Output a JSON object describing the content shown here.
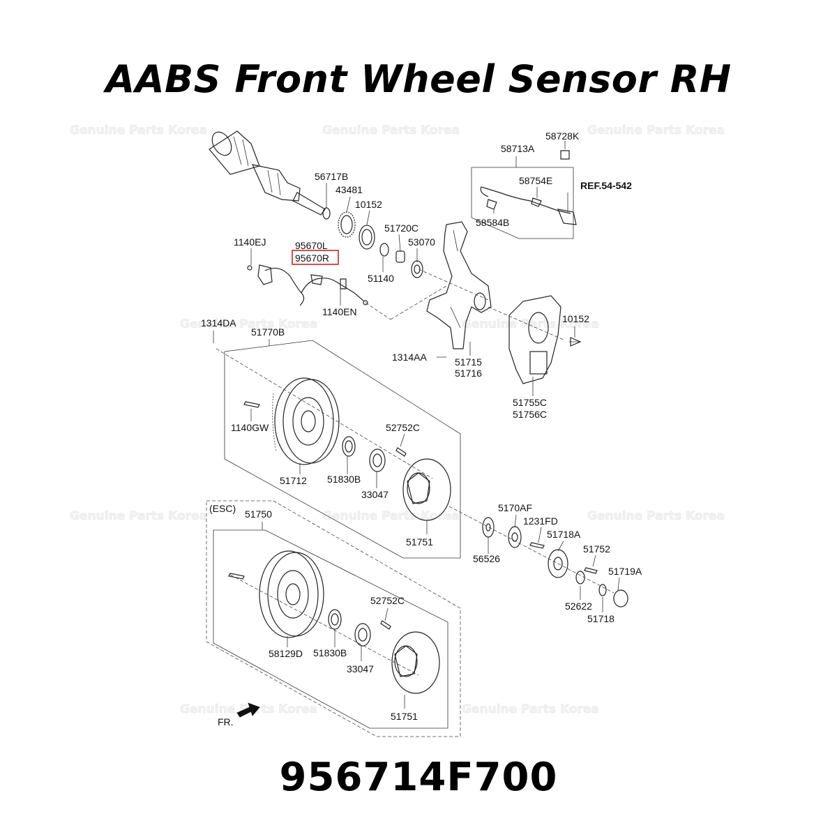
{
  "header": {
    "title": "AABS Front Wheel Sensor RH"
  },
  "footer": {
    "part_number": "956714F700"
  },
  "watermark": {
    "text": "Genuine Parts Korea"
  },
  "highlight_color": "#d62020",
  "callouts": {
    "c56717B": "56717B",
    "c43481": "43481",
    "c10152a": "10152",
    "c51720C": "51720C",
    "c53070": "53070",
    "c51140": "51140",
    "c1140EJ": "1140EJ",
    "c95670L": "95670L",
    "c95670R": "95670R",
    "c1140EN": "1140EN",
    "c58713A": "58713A",
    "c58728K": "58728K",
    "c58754E": "58754E",
    "c58584B": "58584B",
    "cREF": "REF.54-542",
    "c1314DA": "1314DA",
    "c51770B": "51770B",
    "c10152b": "10152",
    "c1314AA": "1314AA",
    "c51715": "51715",
    "c51716": "51716",
    "c51755C": "51755C",
    "c51756C": "51756C",
    "c1140GW": "1140GW",
    "c52752Ca": "52752C",
    "c51712": "51712",
    "c51830Ba": "51830B",
    "c33047a": "33047",
    "c51751a": "51751",
    "cESC": "(ESC)",
    "c51750": "51750",
    "c5170AF": "5170AF",
    "c1231FD": "1231FD",
    "c51718A": "51718A",
    "c51752": "51752",
    "c51719A": "51719A",
    "c56526": "56526",
    "c52622": "52622",
    "c51718": "51718",
    "c52752Cb": "52752C",
    "c58129D": "58129D",
    "c51830Bb": "51830B",
    "c33047b": "33047",
    "c51751b": "51751",
    "cFR": "FR."
  }
}
